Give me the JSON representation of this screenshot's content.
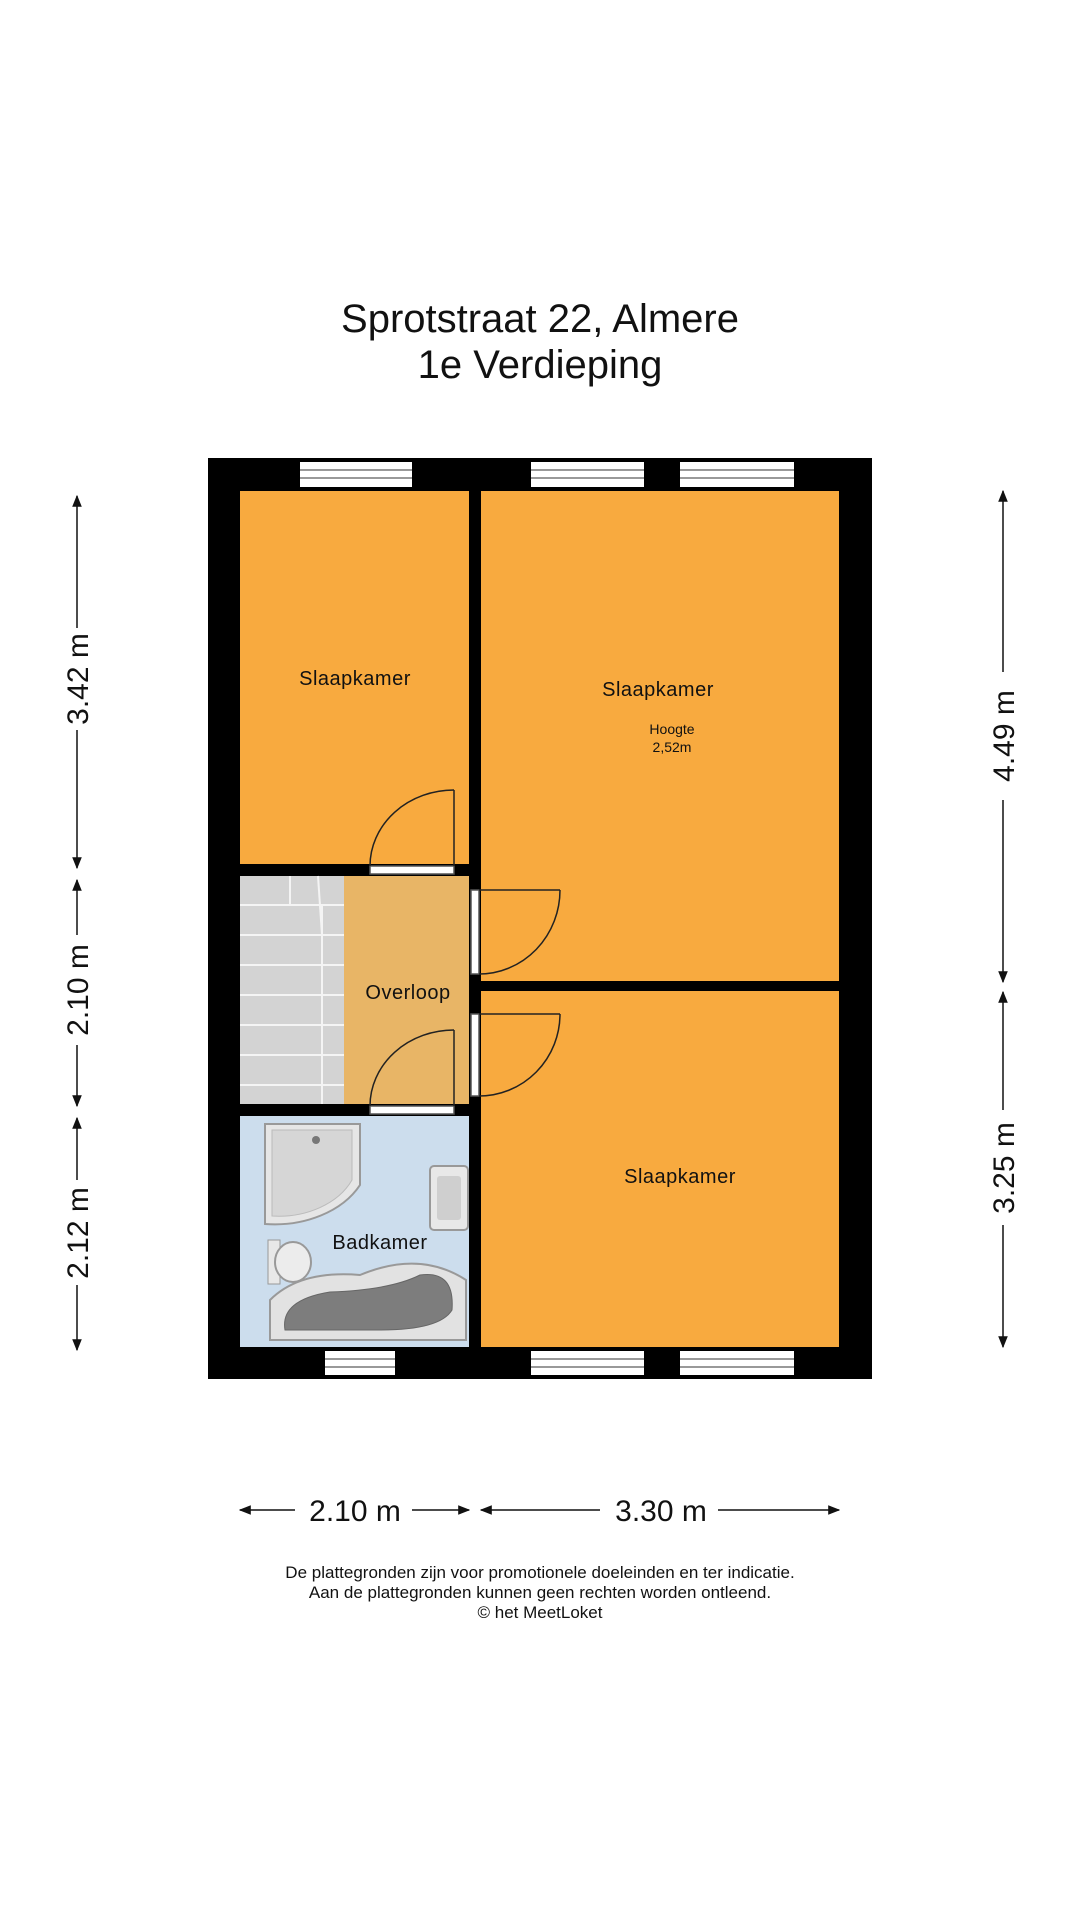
{
  "title": {
    "address": "Sprotstraat 22, Almere",
    "floor": "1e Verdieping"
  },
  "rooms": {
    "bedroom_top_left": "Slaapkamer",
    "bedroom_top_right": "Slaapkamer",
    "height_label": "Hoogte",
    "height_value": "2,52m",
    "landing": "Overloop",
    "bathroom": "Badkamer",
    "bedroom_bottom_right": "Slaapkamer"
  },
  "dimensions": {
    "left_top": "3.42 m",
    "left_middle": "2.10 m",
    "left_bottom": "2.12 m",
    "right_top": "4.49 m",
    "right_bottom": "3.25 m",
    "bottom_left": "2.10 m",
    "bottom_right": "3.30 m"
  },
  "footer": {
    "line1": "De plattegronden zijn voor promotionele doeleinden en ter indicatie.",
    "line2": "Aan de plattegronden kunnen geen rechten worden ontleend.",
    "line3": "© het MeetLoket"
  },
  "colors": {
    "bedroom": "#F8AA3F",
    "landing": "#E8B566",
    "bathroom": "#CCDDED",
    "wall": "#000000",
    "stairs": "#D3D3D3"
  }
}
